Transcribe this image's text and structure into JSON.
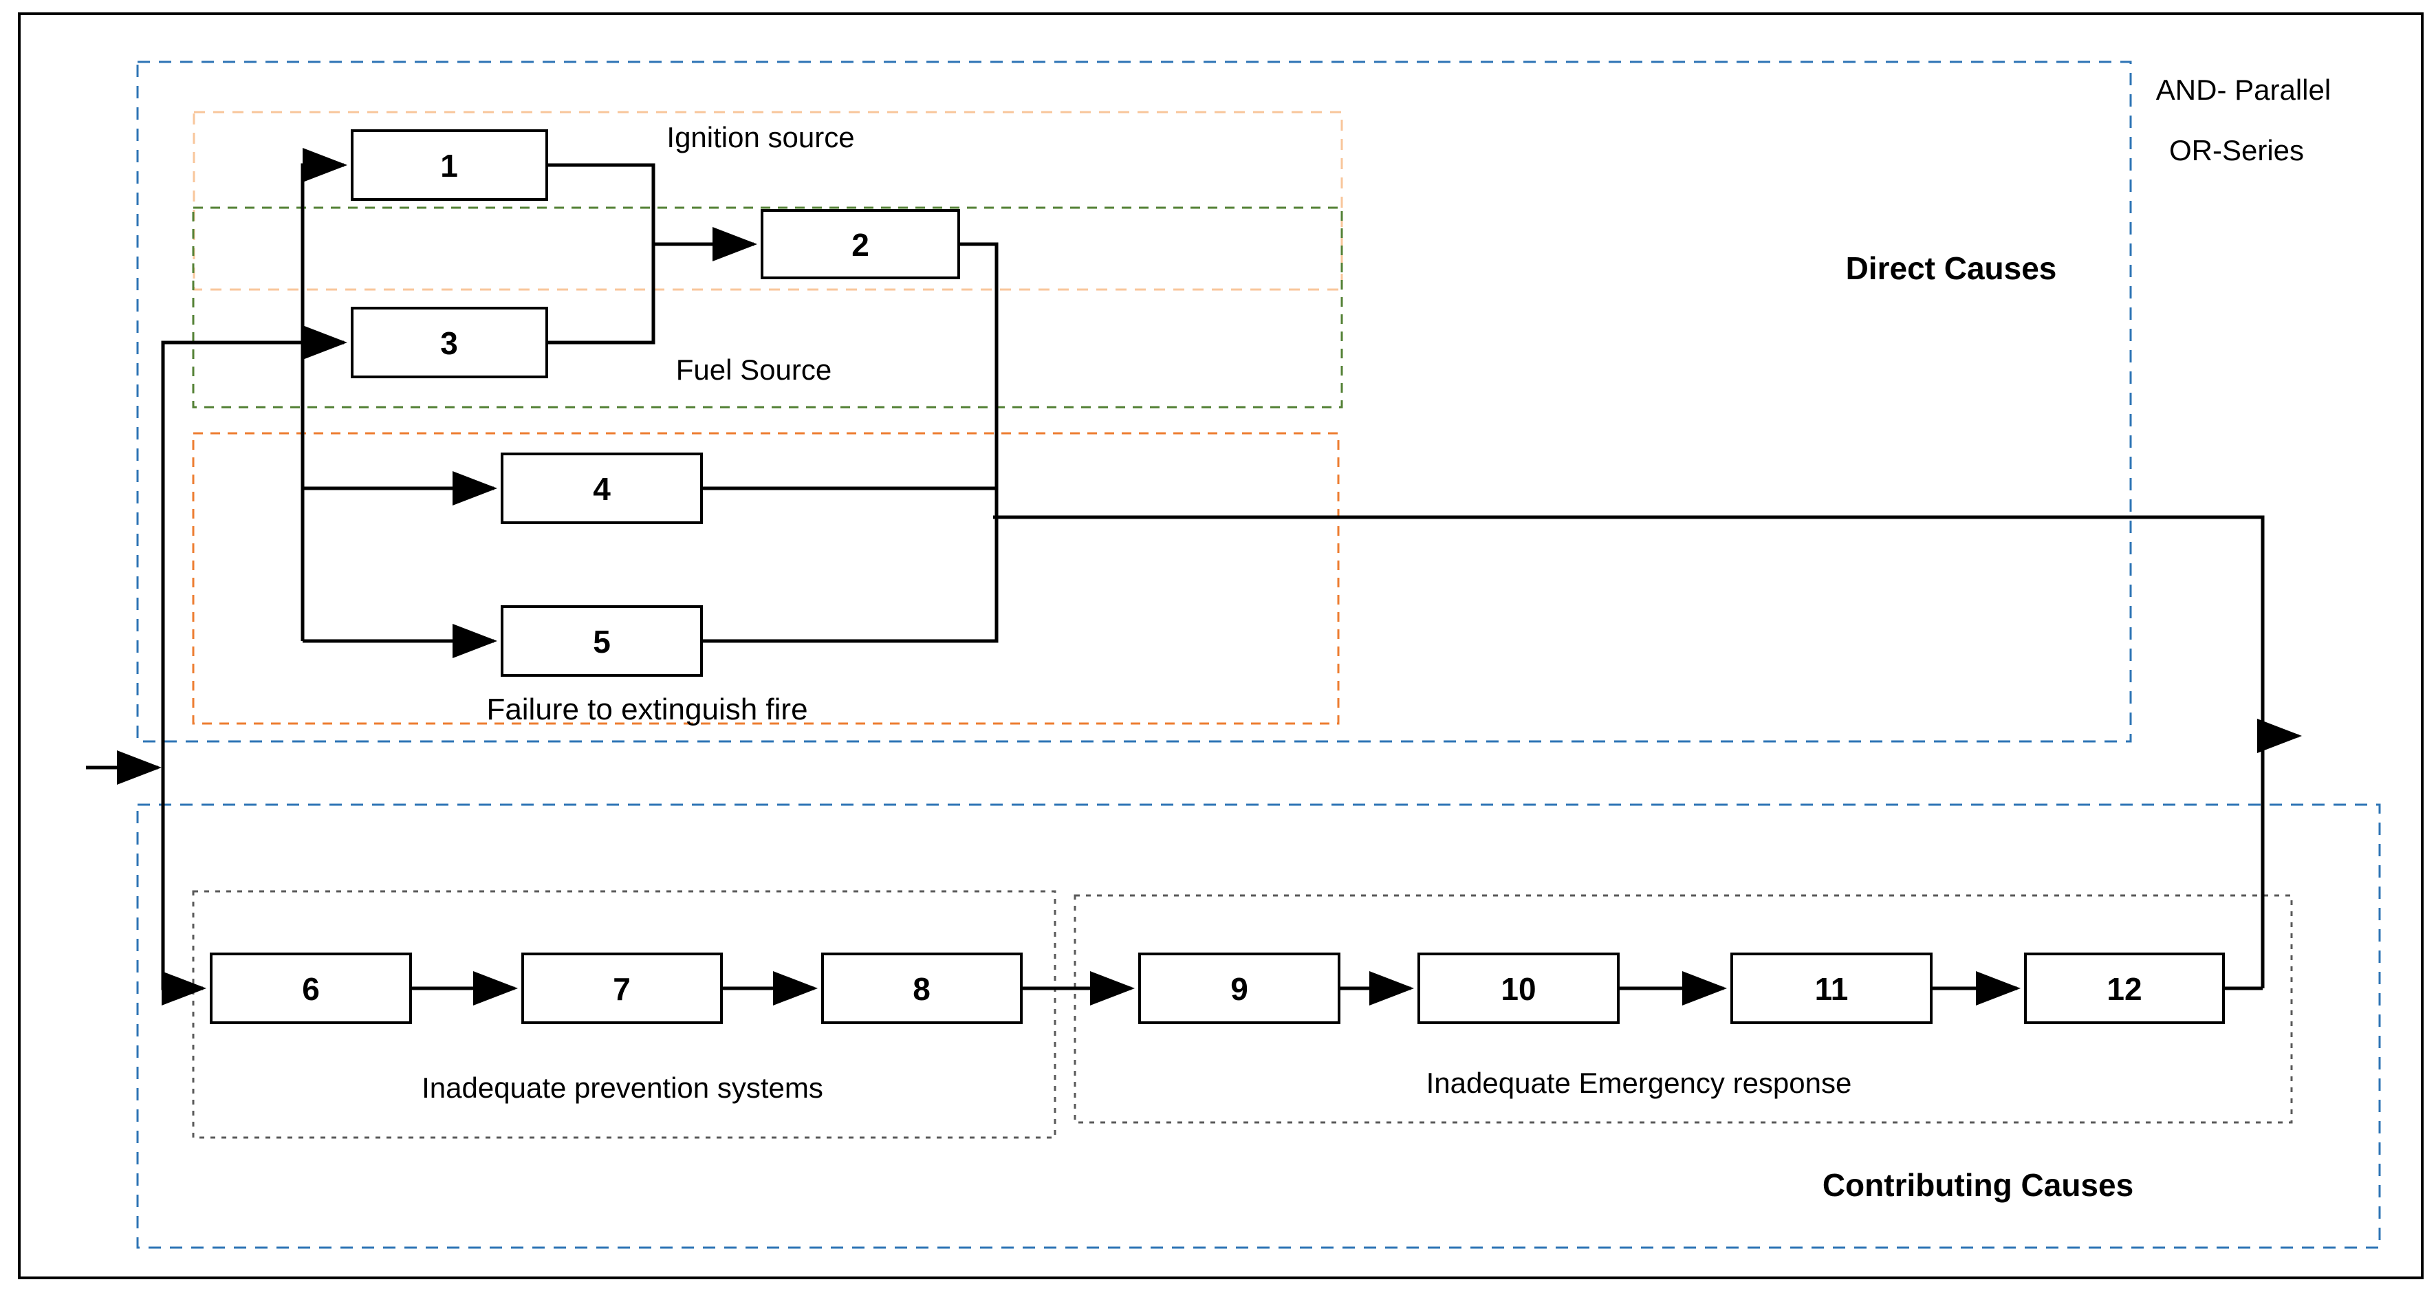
{
  "diagram": {
    "legend": {
      "parallel": "AND- Parallel",
      "series": "OR-Series"
    },
    "sections": {
      "direct": "Direct Causes",
      "contributing": "Contributing Causes"
    },
    "groups": {
      "ignition": "Ignition source",
      "fuel": "Fuel Source",
      "extinguish": "Failure to extinguish fire",
      "prevention": "Inadequate prevention systems",
      "emergency": "Inadequate Emergency response"
    },
    "nodes": [
      "1",
      "2",
      "3",
      "4",
      "5",
      "6",
      "7",
      "8",
      "9",
      "10",
      "11",
      "12"
    ],
    "colors": {
      "direct_border": "#2E74B5",
      "contributing_border": "#2E74B5",
      "ignition_border": "#F8C69B",
      "fuel_border": "#538135",
      "extinguish_border": "#ED7D31",
      "prevention_border": "#595959",
      "emergency_border": "#595959",
      "connector": "#000000"
    }
  }
}
